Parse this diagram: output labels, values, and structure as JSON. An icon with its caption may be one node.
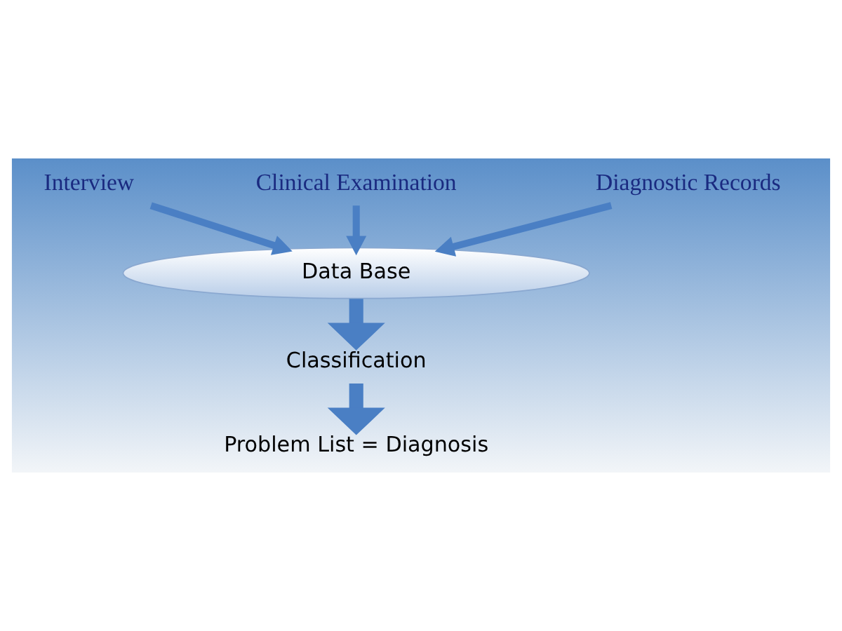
{
  "diagram": {
    "nodes": [
      {
        "text": [
          "Interview"
        ]
      },
      {
        "text": [
          "Clinical Examination"
        ]
      },
      {
        "text": [
          "Diagnostic Records"
        ]
      },
      {
        "text": [
          "Data Base"
        ]
      },
      {
        "text": [
          "Classification"
        ]
      },
      {
        "text": [
          "Problem List = Diagnosis"
        ]
      }
    ],
    "edges": [
      {
        "from": 0,
        "to": 3,
        "arrow": "to"
      },
      {
        "from": 1,
        "to": 3,
        "arrow": "to"
      },
      {
        "from": 2,
        "to": 3,
        "arrow": "to"
      },
      {
        "from": 3,
        "to": 4,
        "arrow": "to",
        "style": "thick"
      },
      {
        "from": 4,
        "to": 5,
        "arrow": "to",
        "style": "thick"
      }
    ]
  }
}
